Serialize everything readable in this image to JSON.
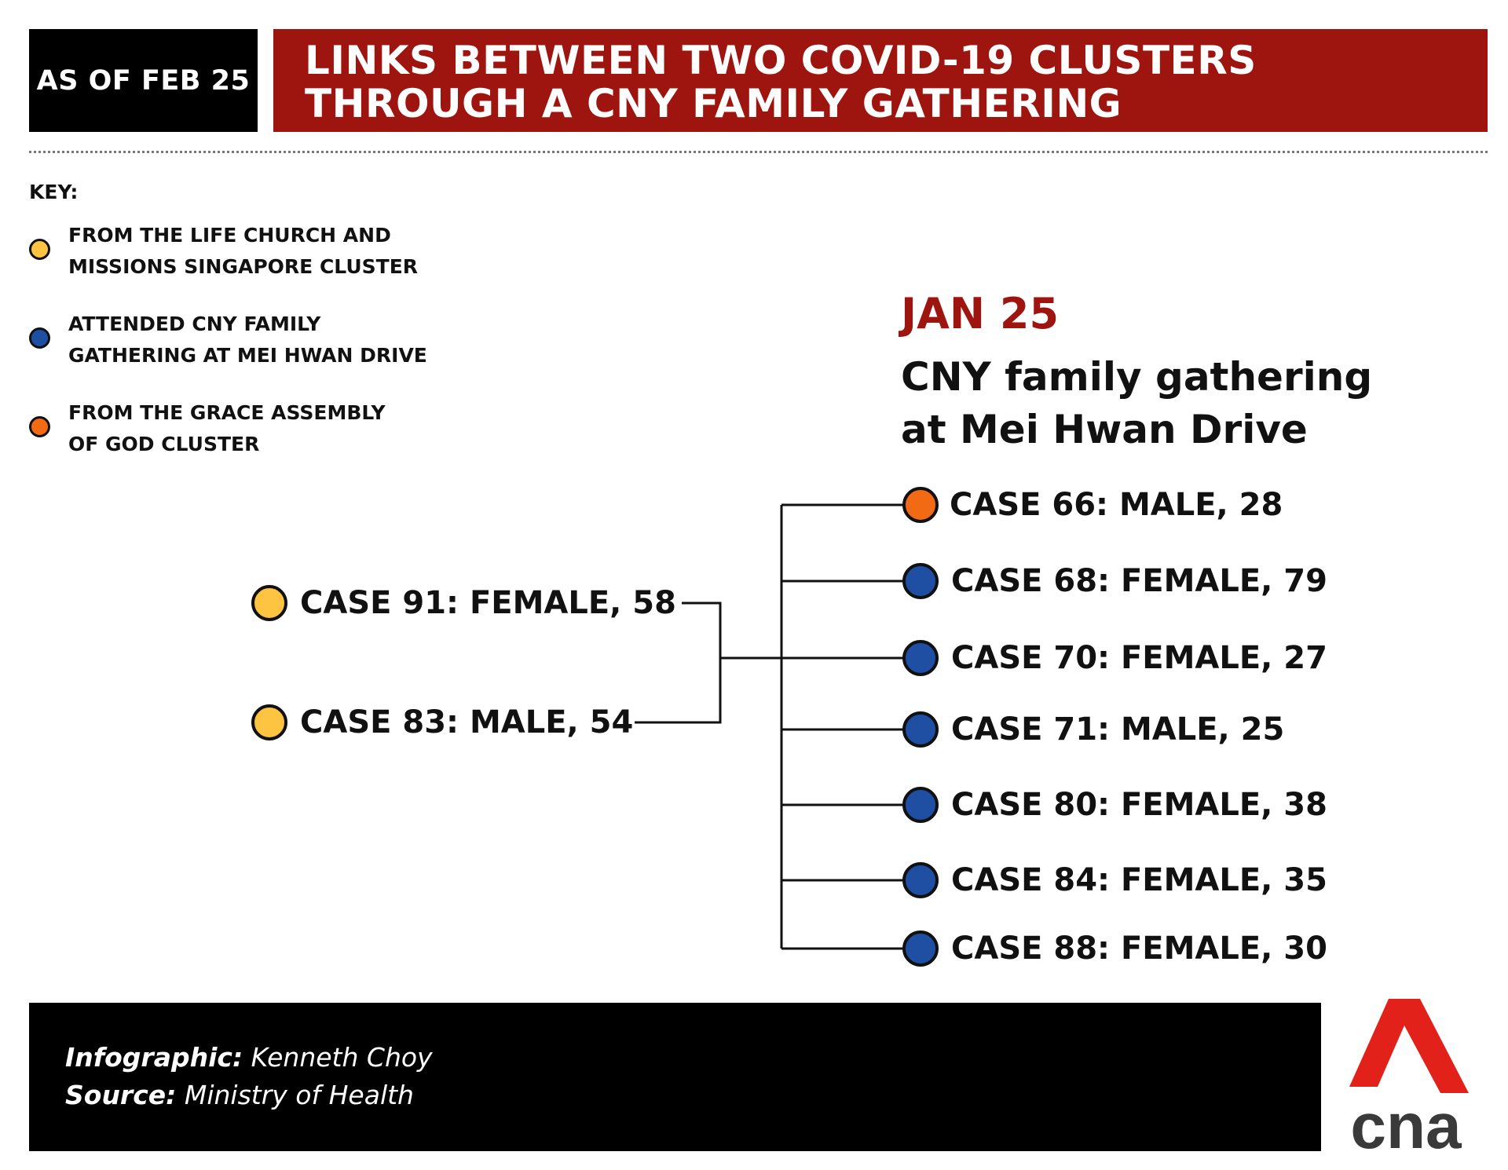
{
  "header": {
    "date_badge": "AS OF FEB 25",
    "title_line1": "LINKS BETWEEN TWO COVID-19 CLUSTERS",
    "title_line2": "THROUGH A CNY FAMILY GATHERING"
  },
  "key": {
    "heading": "KEY:",
    "items": [
      {
        "label": "FROM THE LIFE CHURCH AND\nMISSIONS SINGAPORE CLUSTER",
        "color": "#fcc440"
      },
      {
        "label": "ATTENDED CNY FAMILY\nGATHERING AT MEI HWAN DRIVE",
        "color": "#1f4fa3"
      },
      {
        "label": "FROM THE GRACE ASSEMBLY\nOF GOD CLUSTER",
        "color": "#f26a13"
      }
    ]
  },
  "event": {
    "date": "JAN 25",
    "description": "CNY family gathering\nat Mei Hwan Drive"
  },
  "left_cases": [
    {
      "label": "CASE 91: FEMALE, 58",
      "color": "#fcc440"
    },
    {
      "label": "CASE 83: MALE, 54",
      "color": "#fcc440"
    }
  ],
  "right_cases": [
    {
      "label": "CASE 66: MALE, 28",
      "color": "#f26a13"
    },
    {
      "label": "CASE 68: FEMALE, 79",
      "color": "#1f4fa3"
    },
    {
      "label": "CASE 70: FEMALE, 27",
      "color": "#1f4fa3"
    },
    {
      "label": "CASE 71: MALE, 25",
      "color": "#1f4fa3"
    },
    {
      "label": "CASE 80: FEMALE, 38",
      "color": "#1f4fa3"
    },
    {
      "label": "CASE 84: FEMALE, 35",
      "color": "#1f4fa3"
    },
    {
      "label": "CASE 88: FEMALE, 30",
      "color": "#1f4fa3"
    }
  ],
  "footer": {
    "infographic_label": "Infographic:",
    "infographic_value": "Kenneth Choy",
    "source_label": "Source:",
    "source_value": "Ministry of Health",
    "logo_text": "cna"
  },
  "colors": {
    "title_red": "#9e1510",
    "logo_red": "#e3211b",
    "logo_text": "#3a3a3a"
  }
}
